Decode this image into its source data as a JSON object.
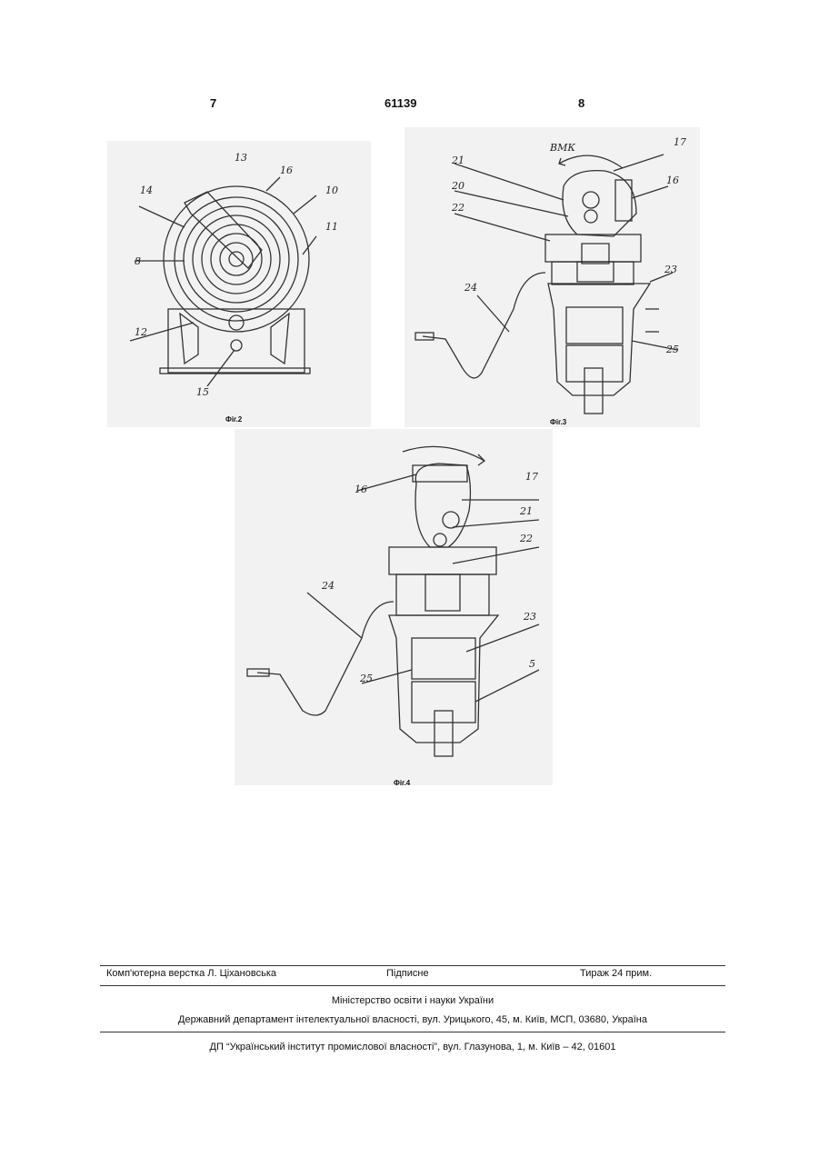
{
  "header": {
    "left_page": "7",
    "patent_number": "61139",
    "right_page": "8"
  },
  "figures": {
    "fig2": {
      "caption": "Фіг.2",
      "labels": [
        "13",
        "16",
        "14",
        "10",
        "11",
        "8",
        "12",
        "15"
      ]
    },
    "fig3": {
      "caption": "Фіг.3",
      "labels": [
        "ВМК",
        "17",
        "21",
        "20",
        "16",
        "22",
        "23",
        "24",
        "25"
      ]
    },
    "fig4": {
      "caption": "Фіг.4",
      "labels": [
        "16",
        "17",
        "21",
        "22",
        "24",
        "23",
        "25",
        "5"
      ]
    }
  },
  "footer": {
    "layout_credit": "Комп'ютерна верстка Л. Ціхановська",
    "signed": "Підписне",
    "circulation": "Тираж 24 прим.",
    "ministry": "Міністерство освіти і науки України",
    "department": "Державний департамент інтелектуальної власності, вул. Урицького, 45, м. Київ, МСП, 03680, Україна",
    "institute": "ДП “Український інститут промислової власності”, вул. Глазунова, 1, м. Київ – 42, 01601"
  }
}
